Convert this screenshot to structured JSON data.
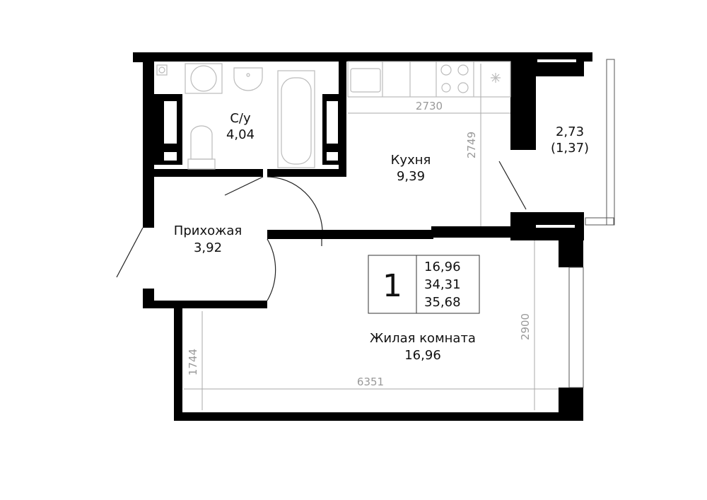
{
  "rooms": {
    "bathroom": {
      "name": "С/у",
      "area": "4,04"
    },
    "kitchen": {
      "name": "Кухня",
      "area": "9,39"
    },
    "balcony": {
      "area": "2,73",
      "reduced_area": "(1,37)"
    },
    "hallway": {
      "name": "Прихожая",
      "area": "3,92"
    },
    "living": {
      "name": "Жилая комната",
      "area": "16,96"
    }
  },
  "info_box": {
    "rooms_count": "1",
    "living_area": "16,96",
    "total_area": "34,31",
    "total_with_balcony": "35,68"
  },
  "dimensions": {
    "kitchen_width": "2730",
    "kitchen_depth": "2749",
    "living_depth": "2900",
    "living_width": "6351",
    "living_left": "1744"
  }
}
